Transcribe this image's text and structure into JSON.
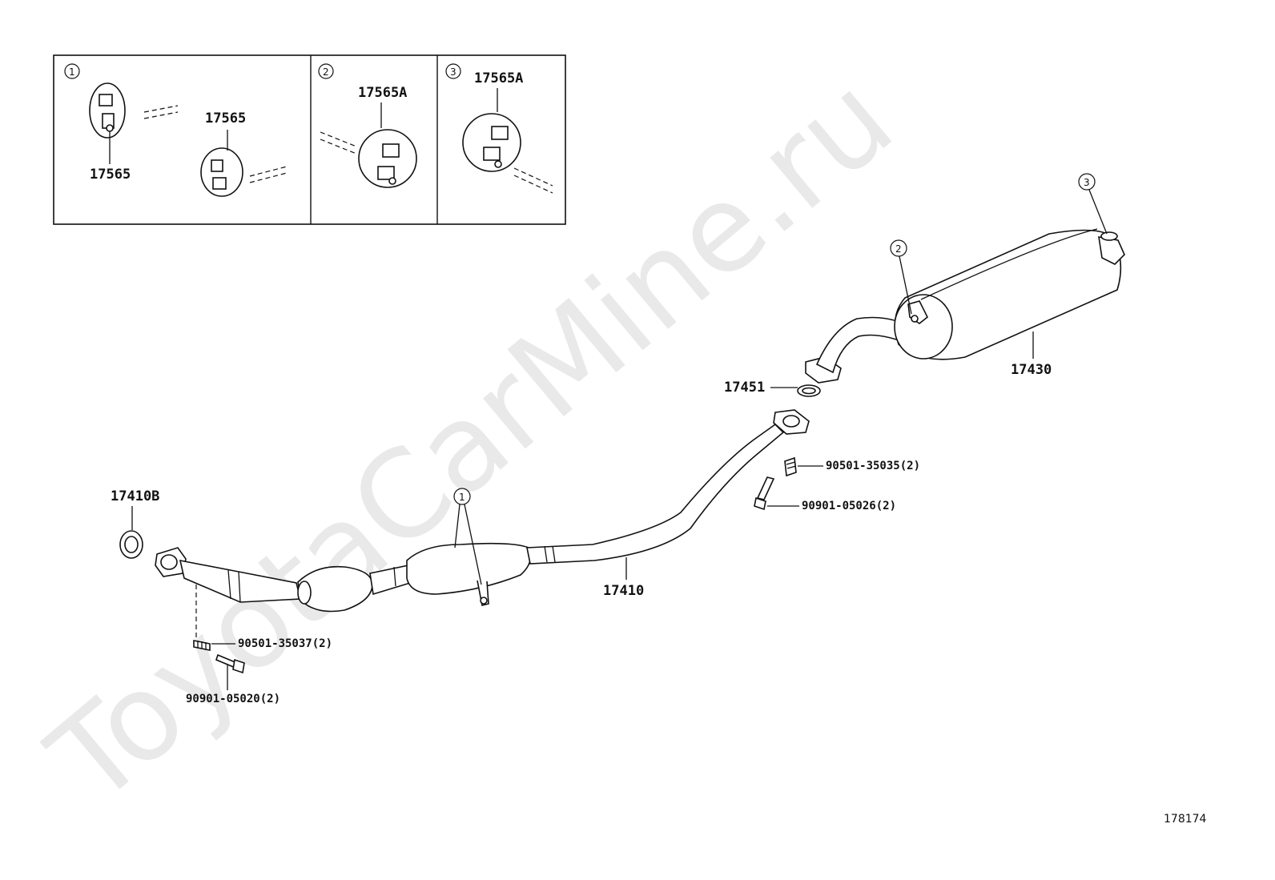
{
  "watermark": "ToyotaCarMine.ru",
  "diagram_number": "178174",
  "inset": {
    "panels": [
      {
        "marker": "1",
        "labels": [
          "17565",
          "17565"
        ]
      },
      {
        "marker": "2",
        "labels": [
          "17565A"
        ]
      },
      {
        "marker": "3",
        "labels": [
          "17565A"
        ]
      }
    ]
  },
  "callout_markers": [
    "1",
    "2",
    "3"
  ],
  "parts": {
    "gasket_front": "17410B",
    "front_pipe": "17410",
    "gasket_mid": "17451",
    "tail_pipe": "17430",
    "spring_front": "90501-35037(2)",
    "bolt_front": "90901-05020(2)",
    "spring_rear": "90501-35035(2)",
    "bolt_rear": "90901-05026(2)"
  }
}
